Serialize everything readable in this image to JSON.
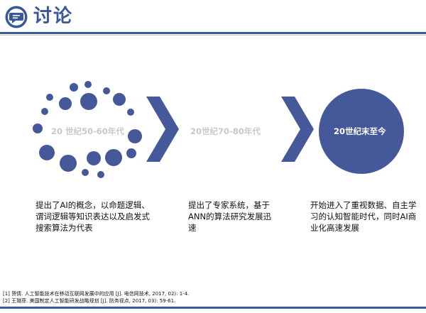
{
  "header": {
    "title": "讨论",
    "accent_color": "#3a5796",
    "logo_icon": "chat-bubble-icon"
  },
  "timeline": [
    {
      "period": "20 世纪50-60年代",
      "description": "提出了AI的概念，以命题逻辑、谓词逻辑等知识表达以及启发式搜索算法为代表"
    },
    {
      "period": "20世纪70-80年代",
      "description": "提出了专家系统，基于ANN的算法研究发展迅速"
    },
    {
      "period": "20世纪末至今",
      "description": "开始进入了重视数据、自主学习的认知智能时代，同时AI商业化高速发展"
    }
  ],
  "arrow_icon": "chevron-right-icon",
  "footnotes": [
    "[1] 贺倩. 人工智能技术在移动互联网发展中的应用 [J]. 电信网技术, 2017, 02): 1-4.",
    "[2] 王璐菲. 美国制定人工智能研发战略规划 [J]. 防务视点, 2017, 03): 59-61."
  ]
}
